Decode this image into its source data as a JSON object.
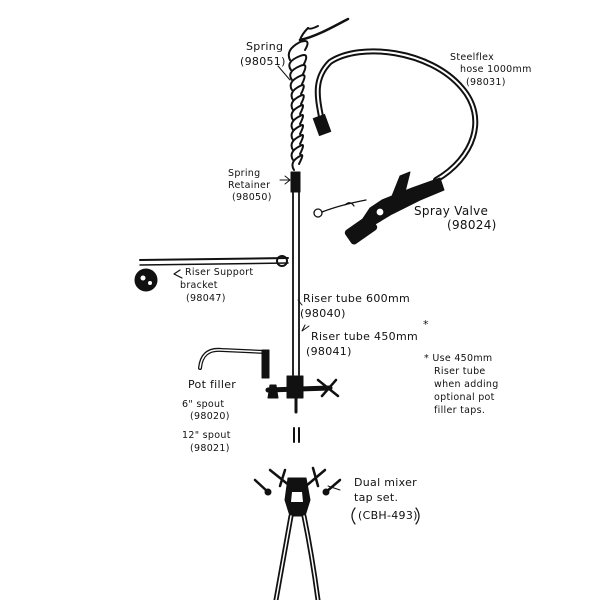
{
  "colors": {
    "ink": "#111111",
    "paper": "#ffffff"
  },
  "labels": {
    "spring": "Spring",
    "spring_code": "(98051)",
    "steelflex": "Steelflex",
    "hose": "hose 1000mm",
    "hose_code": "(98031)",
    "spring_retainer_1": "Spring",
    "spring_retainer_2": "Retainer",
    "spring_retainer_code": "(98050)",
    "spray_valve": "Spray Valve",
    "spray_valve_code": "(98024)",
    "riser_support_1": "Riser Support",
    "riser_support_2": "bracket",
    "riser_support_code": "(98047)",
    "riser_600": "Riser tube 600mm",
    "riser_600_code": "(98040)",
    "riser_450": "Riser tube 450mm",
    "riser_450_star": "*",
    "riser_450_code": "(98041)",
    "note_1": "* Use 450mm",
    "note_2": "Riser tube",
    "note_3": "when adding",
    "note_4": "optional pot",
    "note_5": "filler taps.",
    "pot_filler": "Pot filler",
    "spout_6": "6\" spout",
    "spout_6_code": "(98020)",
    "spout_12": "12\" spout",
    "spout_12_code": "(98021)",
    "dual_mixer_1": "Dual mixer",
    "dual_mixer_2": "tap set.",
    "dual_mixer_code": "(CBH-493)"
  }
}
